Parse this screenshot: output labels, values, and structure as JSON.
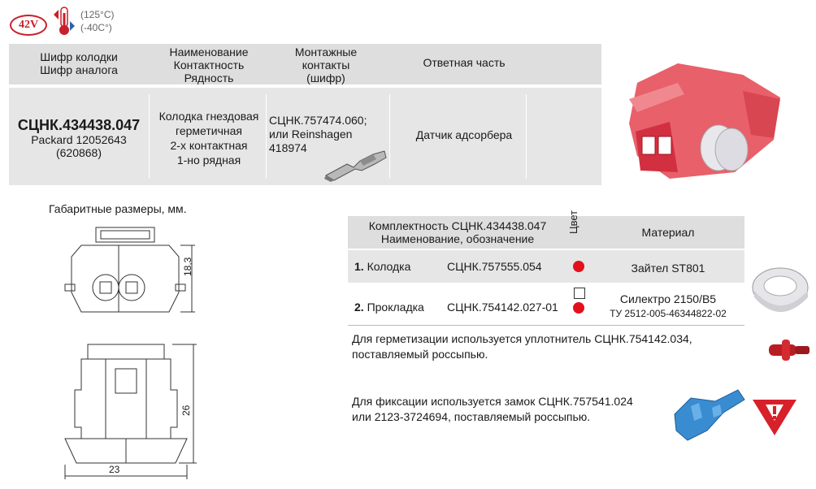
{
  "badges": {
    "voltage": "42V",
    "temp_high": "(125°C)",
    "temp_low": "(-40C°)"
  },
  "colors": {
    "accent_red": "#e3101c",
    "header_gray": "#dedede",
    "row_gray": "#e6e6e6"
  },
  "table": {
    "headers": {
      "code": [
        "Шифр колодки",
        "Шифр аналога"
      ],
      "name": [
        "Наименование",
        "Контактность",
        "Рядность"
      ],
      "contacts": [
        "Монтажные",
        "контакты",
        "(шифр)"
      ],
      "mate": "Ответная часть"
    },
    "row": {
      "code": "СЦНК.434438.047",
      "analog": [
        "Packard 12052643",
        "(620868)"
      ],
      "name": [
        "Колодка гнездовая",
        "герметичная",
        "2-х контактная",
        "1-но рядная"
      ],
      "contacts": [
        "СЦНК.757474.060;",
        "или Reinshagen",
        "418974"
      ],
      "mate": "Датчик адсорбера"
    }
  },
  "dims": {
    "title": "Габаритные размеры, мм.",
    "height_top": "18,3",
    "height_side": "26",
    "width": "23"
  },
  "bom": {
    "header": {
      "line1": "Комплектность СЦНК.434438.047",
      "line2": "Наименование, обозначение",
      "color": "Цвет",
      "material": "Материал"
    },
    "rows": [
      {
        "num": "1.",
        "name": "Колодка",
        "code": "СЦНК.757555.054",
        "material": "Зайтел ST801",
        "material2": ""
      },
      {
        "num": "2.",
        "name": "Прокладка",
        "code": "СЦНК.754142.027-01",
        "material": "Силектро 2150/В5",
        "material2": "ТУ 2512-005-46344822-02"
      }
    ]
  },
  "notes": {
    "seal": [
      "Для герметизации используется уплотнитель СЦНК.754142.034,",
      "поставляемый россыпью."
    ],
    "lock": [
      "Для фиксации используется замок СЦНК.757541.024",
      "или 2123-3724694, поставляемый россыпью."
    ]
  }
}
